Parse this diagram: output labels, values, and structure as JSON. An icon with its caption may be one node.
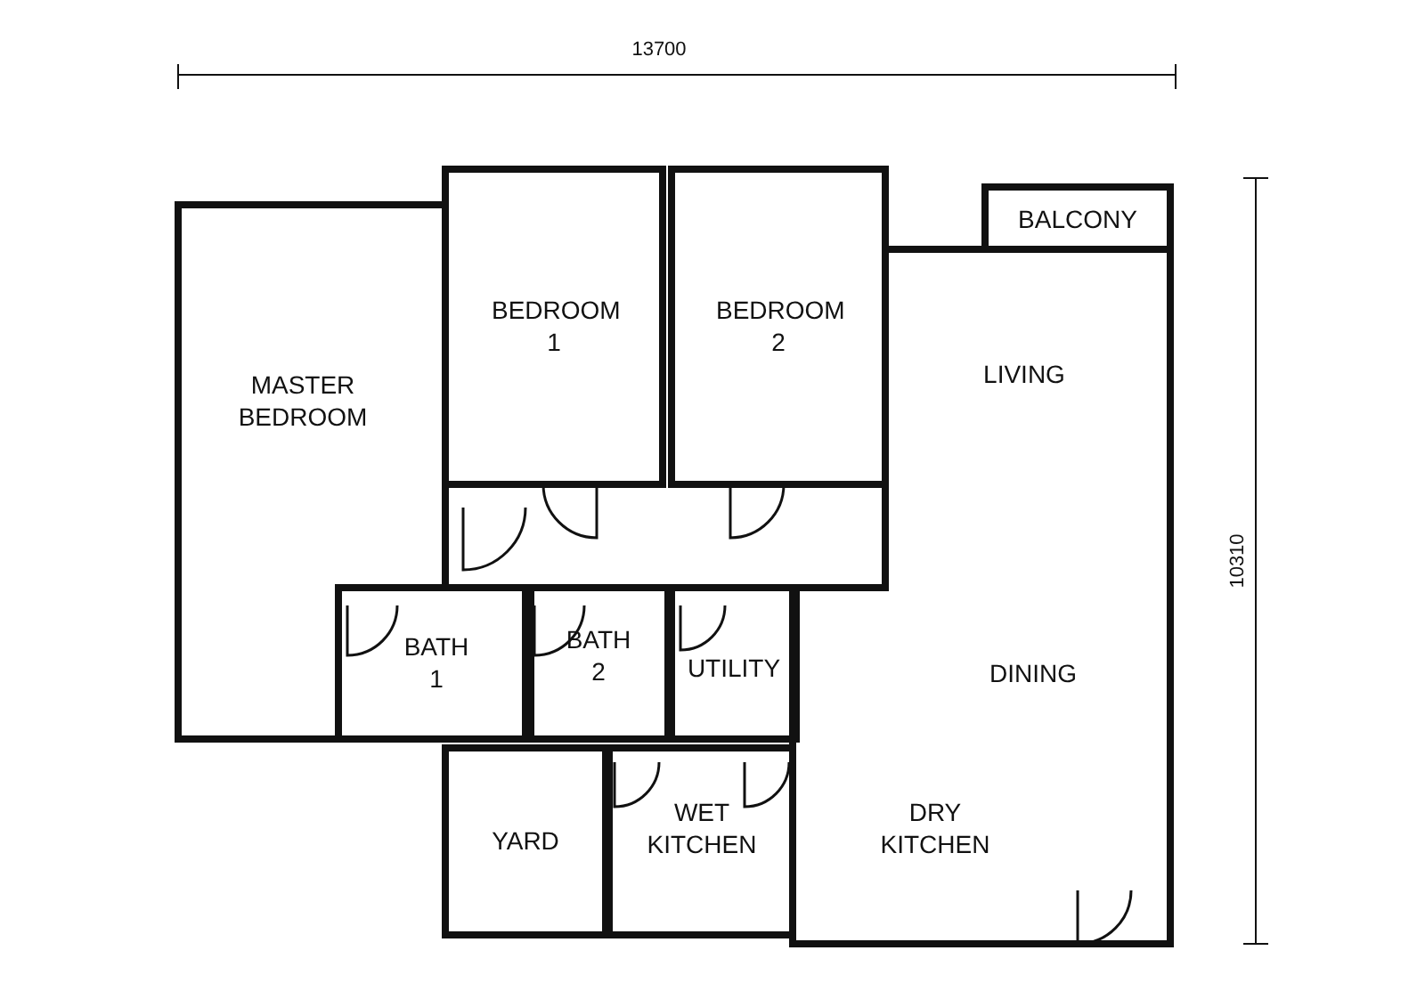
{
  "diagram": {
    "nodes": [
      {
        "text": [
          "MASTER BEDROOM"
        ]
      },
      {
        "text": [
          "BEDROOM 1"
        ]
      },
      {
        "text": [
          "BEDROOM 2"
        ]
      },
      {
        "text": [
          "BALCONY"
        ]
      },
      {
        "text": [
          "LIVING",
          "DINING",
          "DRY KITCHEN"
        ]
      },
      {
        "text": [
          "BATH 1"
        ]
      },
      {
        "text": [
          "BATH 2"
        ]
      },
      {
        "text": [
          "UTILITY"
        ]
      },
      {
        "text": [
          "YARD"
        ]
      },
      {
        "text": [
          "WET KITCHEN"
        ]
      }
    ],
    "edges": [],
    "labels": [
      "13700",
      "10310"
    ]
  }
}
